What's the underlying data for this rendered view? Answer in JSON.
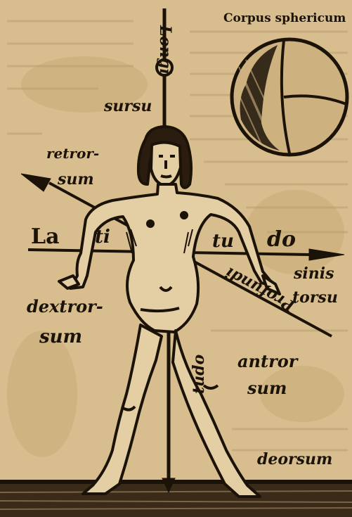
{
  "figure": {
    "ink_color": "#1b1208",
    "paper_color": "#d8be8e",
    "labels": {
      "sphere_title": "Corpus sphericum",
      "longi": "Longi",
      "tudo_vertical": "tudo",
      "sursum": "sursu",
      "retrorsum_1": "retror-",
      "retrorsum_2": "sum",
      "latitudo_1": "La",
      "latitudo_2": "ti",
      "latitudo_3": "tu",
      "latitudo_4": "do",
      "dextrorsum_1": "dextror-",
      "dextrorsum_2": "sum",
      "sinistrorsum_1": "sinis",
      "sinistrorsum_2": "torsu",
      "profunditas": "Profundi",
      "antrorsum_1": "antror",
      "antrorsum_2": "sum",
      "deorsum": "deorsum"
    }
  }
}
